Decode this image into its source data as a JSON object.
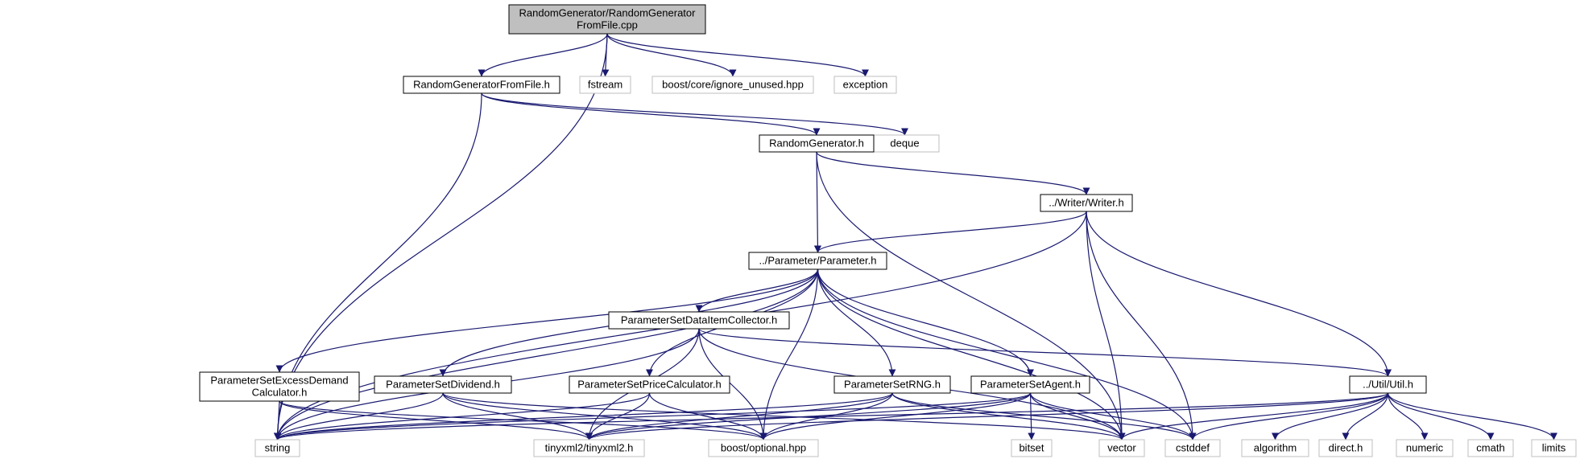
{
  "diagram": {
    "type": "include-dependency-graph",
    "colors": {
      "edge": "#191970",
      "root_fill": "#bfbfbf",
      "root_stroke": "#000000",
      "local_stroke": "#000000",
      "system_stroke": "#bfbfbf",
      "node_fill": "#ffffff"
    },
    "nodes": [
      {
        "id": "root",
        "kind": "root",
        "lines": [
          "RandomGenerator/RandomGenerator",
          "FromFile.cpp"
        ]
      },
      {
        "id": "rgff_h",
        "kind": "local",
        "lines": [
          "RandomGeneratorFromFile.h"
        ]
      },
      {
        "id": "fstream",
        "kind": "system",
        "lines": [
          "fstream"
        ]
      },
      {
        "id": "boost_ignore",
        "kind": "system",
        "lines": [
          "boost/core/ignore_unused.hpp"
        ]
      },
      {
        "id": "exception",
        "kind": "system",
        "lines": [
          "exception"
        ]
      },
      {
        "id": "deque",
        "kind": "system",
        "lines": [
          "deque"
        ]
      },
      {
        "id": "rg_h",
        "kind": "local",
        "lines": [
          "RandomGenerator.h"
        ]
      },
      {
        "id": "writer_h",
        "kind": "local",
        "lines": [
          "../Writer/Writer.h"
        ]
      },
      {
        "id": "param_h",
        "kind": "local",
        "lines": [
          "../Parameter/Parameter.h"
        ]
      },
      {
        "id": "psdic_h",
        "kind": "local",
        "lines": [
          "ParameterSetDataItemCollector.h"
        ]
      },
      {
        "id": "psed_h",
        "kind": "local",
        "lines": [
          "ParameterSetExcessDemand",
          "Calculator.h"
        ]
      },
      {
        "id": "psdiv_h",
        "kind": "local",
        "lines": [
          "ParameterSetDividend.h"
        ]
      },
      {
        "id": "pspc_h",
        "kind": "local",
        "lines": [
          "ParameterSetPriceCalculator.h"
        ]
      },
      {
        "id": "psrng_h",
        "kind": "local",
        "lines": [
          "ParameterSetRNG.h"
        ]
      },
      {
        "id": "psagent_h",
        "kind": "local",
        "lines": [
          "ParameterSetAgent.h"
        ]
      },
      {
        "id": "util_h",
        "kind": "local",
        "lines": [
          "../Util/Util.h"
        ]
      },
      {
        "id": "string",
        "kind": "system",
        "lines": [
          "string"
        ]
      },
      {
        "id": "tinyxml2",
        "kind": "system",
        "lines": [
          "tinyxml2/tinyxml2.h"
        ]
      },
      {
        "id": "boost_opt",
        "kind": "system",
        "lines": [
          "boost/optional.hpp"
        ]
      },
      {
        "id": "bitset",
        "kind": "system",
        "lines": [
          "bitset"
        ]
      },
      {
        "id": "vector",
        "kind": "system",
        "lines": [
          "vector"
        ]
      },
      {
        "id": "cstddef",
        "kind": "system",
        "lines": [
          "cstddef"
        ]
      },
      {
        "id": "algorithm",
        "kind": "system",
        "lines": [
          "algorithm"
        ]
      },
      {
        "id": "direct_h",
        "kind": "system",
        "lines": [
          "direct.h"
        ]
      },
      {
        "id": "numeric",
        "kind": "system",
        "lines": [
          "numeric"
        ]
      },
      {
        "id": "cmath",
        "kind": "system",
        "lines": [
          "cmath"
        ]
      },
      {
        "id": "limits",
        "kind": "system",
        "lines": [
          "limits"
        ]
      }
    ],
    "edges": [
      [
        "root",
        "rgff_h"
      ],
      [
        "root",
        "fstream"
      ],
      [
        "root",
        "boost_ignore"
      ],
      [
        "root",
        "exception"
      ],
      [
        "root",
        "string"
      ],
      [
        "rgff_h",
        "string"
      ],
      [
        "rgff_h",
        "deque"
      ],
      [
        "rgff_h",
        "rg_h"
      ],
      [
        "rg_h",
        "param_h"
      ],
      [
        "rg_h",
        "writer_h"
      ],
      [
        "rg_h",
        "vector"
      ],
      [
        "writer_h",
        "param_h"
      ],
      [
        "writer_h",
        "string"
      ],
      [
        "writer_h",
        "vector"
      ],
      [
        "writer_h",
        "cstddef"
      ],
      [
        "writer_h",
        "util_h"
      ],
      [
        "param_h",
        "psdic_h"
      ],
      [
        "param_h",
        "psed_h"
      ],
      [
        "param_h",
        "psdiv_h"
      ],
      [
        "param_h",
        "pspc_h"
      ],
      [
        "param_h",
        "psrng_h"
      ],
      [
        "param_h",
        "psagent_h"
      ],
      [
        "param_h",
        "string"
      ],
      [
        "param_h",
        "boost_opt"
      ],
      [
        "param_h",
        "vector"
      ],
      [
        "param_h",
        "cstddef"
      ],
      [
        "psdic_h",
        "string"
      ],
      [
        "psdic_h",
        "tinyxml2"
      ],
      [
        "psdic_h",
        "boost_opt"
      ],
      [
        "psdic_h",
        "vector"
      ],
      [
        "psdic_h",
        "util_h"
      ],
      [
        "psed_h",
        "string"
      ],
      [
        "psed_h",
        "tinyxml2"
      ],
      [
        "psed_h",
        "boost_opt"
      ],
      [
        "psdiv_h",
        "string"
      ],
      [
        "psdiv_h",
        "tinyxml2"
      ],
      [
        "psdiv_h",
        "boost_opt"
      ],
      [
        "psdiv_h",
        "vector"
      ],
      [
        "pspc_h",
        "string"
      ],
      [
        "pspc_h",
        "tinyxml2"
      ],
      [
        "pspc_h",
        "boost_opt"
      ],
      [
        "psrng_h",
        "string"
      ],
      [
        "psrng_h",
        "tinyxml2"
      ],
      [
        "psrng_h",
        "boost_opt"
      ],
      [
        "psrng_h",
        "vector"
      ],
      [
        "psrng_h",
        "cstddef"
      ],
      [
        "psagent_h",
        "string"
      ],
      [
        "psagent_h",
        "tinyxml2"
      ],
      [
        "psagent_h",
        "boost_opt"
      ],
      [
        "psagent_h",
        "bitset"
      ],
      [
        "psagent_h",
        "vector"
      ],
      [
        "psagent_h",
        "cstddef"
      ],
      [
        "util_h",
        "string"
      ],
      [
        "util_h",
        "vector"
      ],
      [
        "util_h",
        "cstddef"
      ],
      [
        "util_h",
        "algorithm"
      ],
      [
        "util_h",
        "direct_h"
      ],
      [
        "util_h",
        "numeric"
      ],
      [
        "util_h",
        "cmath"
      ],
      [
        "util_h",
        "limits"
      ],
      [
        "util_h",
        "tinyxml2"
      ]
    ]
  }
}
